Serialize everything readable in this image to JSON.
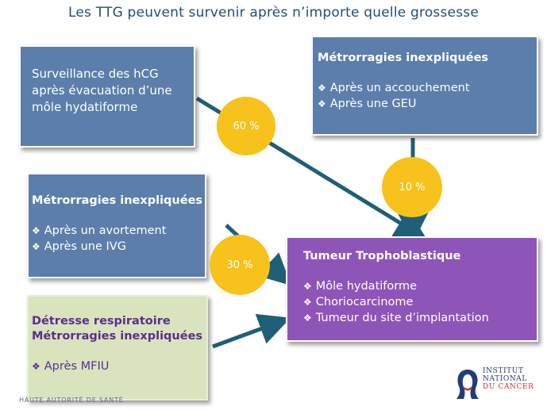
{
  "title": "Les TTG peuvent survenir après n’importe quelle grossesse",
  "boxes": {
    "hcg": {
      "text": "Surveillance des hCG après évacuation d’une môle hydatiforme"
    },
    "metro1": {
      "title": "Métrorragies  inexpliquées",
      "items": [
        "Après un accouchement",
        "Après une GEU"
      ]
    },
    "metro2": {
      "title": "Métrorragies inexpliquées",
      "items": [
        "Après un avortement",
        "Après une IVG"
      ]
    },
    "tumeur": {
      "title": "Tumeur Trophoblastique",
      "items": [
        "Môle hydatiforme",
        "Choriocarcinome",
        "Tumeur du site d’implantation"
      ]
    },
    "detresse": {
      "title_line1": "Détresse respiratoire",
      "title_line2": "Métrorragies inexpliquées",
      "items": [
        "Après MFIU"
      ]
    }
  },
  "percentages": {
    "p60": "60 %",
    "p10": "10 %",
    "p30": "30 %"
  },
  "footer": {
    "left": "HAUTE AUTORITÉ DE SANTÉ",
    "logo_line1": "INSTITUT",
    "logo_line2": "NATIONAL",
    "logo_line3": "DU CANCER"
  },
  "colors": {
    "blue_box": "#5b7eab",
    "purple_box": "#8e55b8",
    "green_box": "#d9e4bf",
    "circle": "#f7c21c",
    "arrow": "#1f5f77",
    "title": "#1f4e79"
  }
}
